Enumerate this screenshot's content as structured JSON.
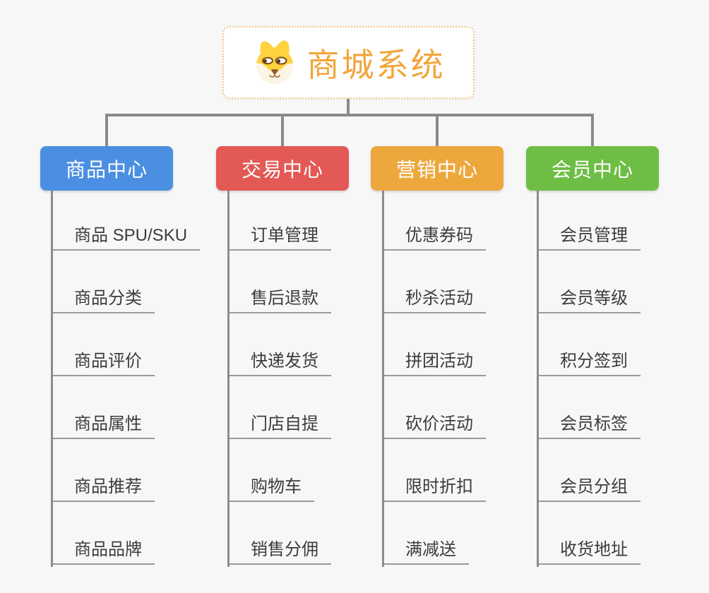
{
  "canvas": {
    "background": "#F7F7F7",
    "connector_color": "#8A8A8A",
    "underline_color": "#9A9A9A"
  },
  "root": {
    "title": "商城系统",
    "title_color": "#F1A63B",
    "border_color": "#F2C488",
    "icon": "shiba-dog-face-icon"
  },
  "branches": [
    {
      "label": "商品中心",
      "color": "#4B8FE2",
      "items": [
        "商品 SPU/SKU",
        "商品分类",
        "商品评价",
        "商品属性",
        "商品推荐",
        "商品品牌"
      ]
    },
    {
      "label": "交易中心",
      "color": "#E35955",
      "items": [
        "订单管理",
        "售后退款",
        "快递发货",
        "门店自提",
        "购物车",
        "销售分佣"
      ]
    },
    {
      "label": "营销中心",
      "color": "#EDA83D",
      "items": [
        "优惠券码",
        "秒杀活动",
        "拼团活动",
        "砍价活动",
        "限时折扣",
        "满减送"
      ]
    },
    {
      "label": "会员中心",
      "color": "#6EBE45",
      "items": [
        "会员管理",
        "会员等级",
        "积分签到",
        "会员标签",
        "会员分组",
        "收货地址"
      ]
    }
  ]
}
